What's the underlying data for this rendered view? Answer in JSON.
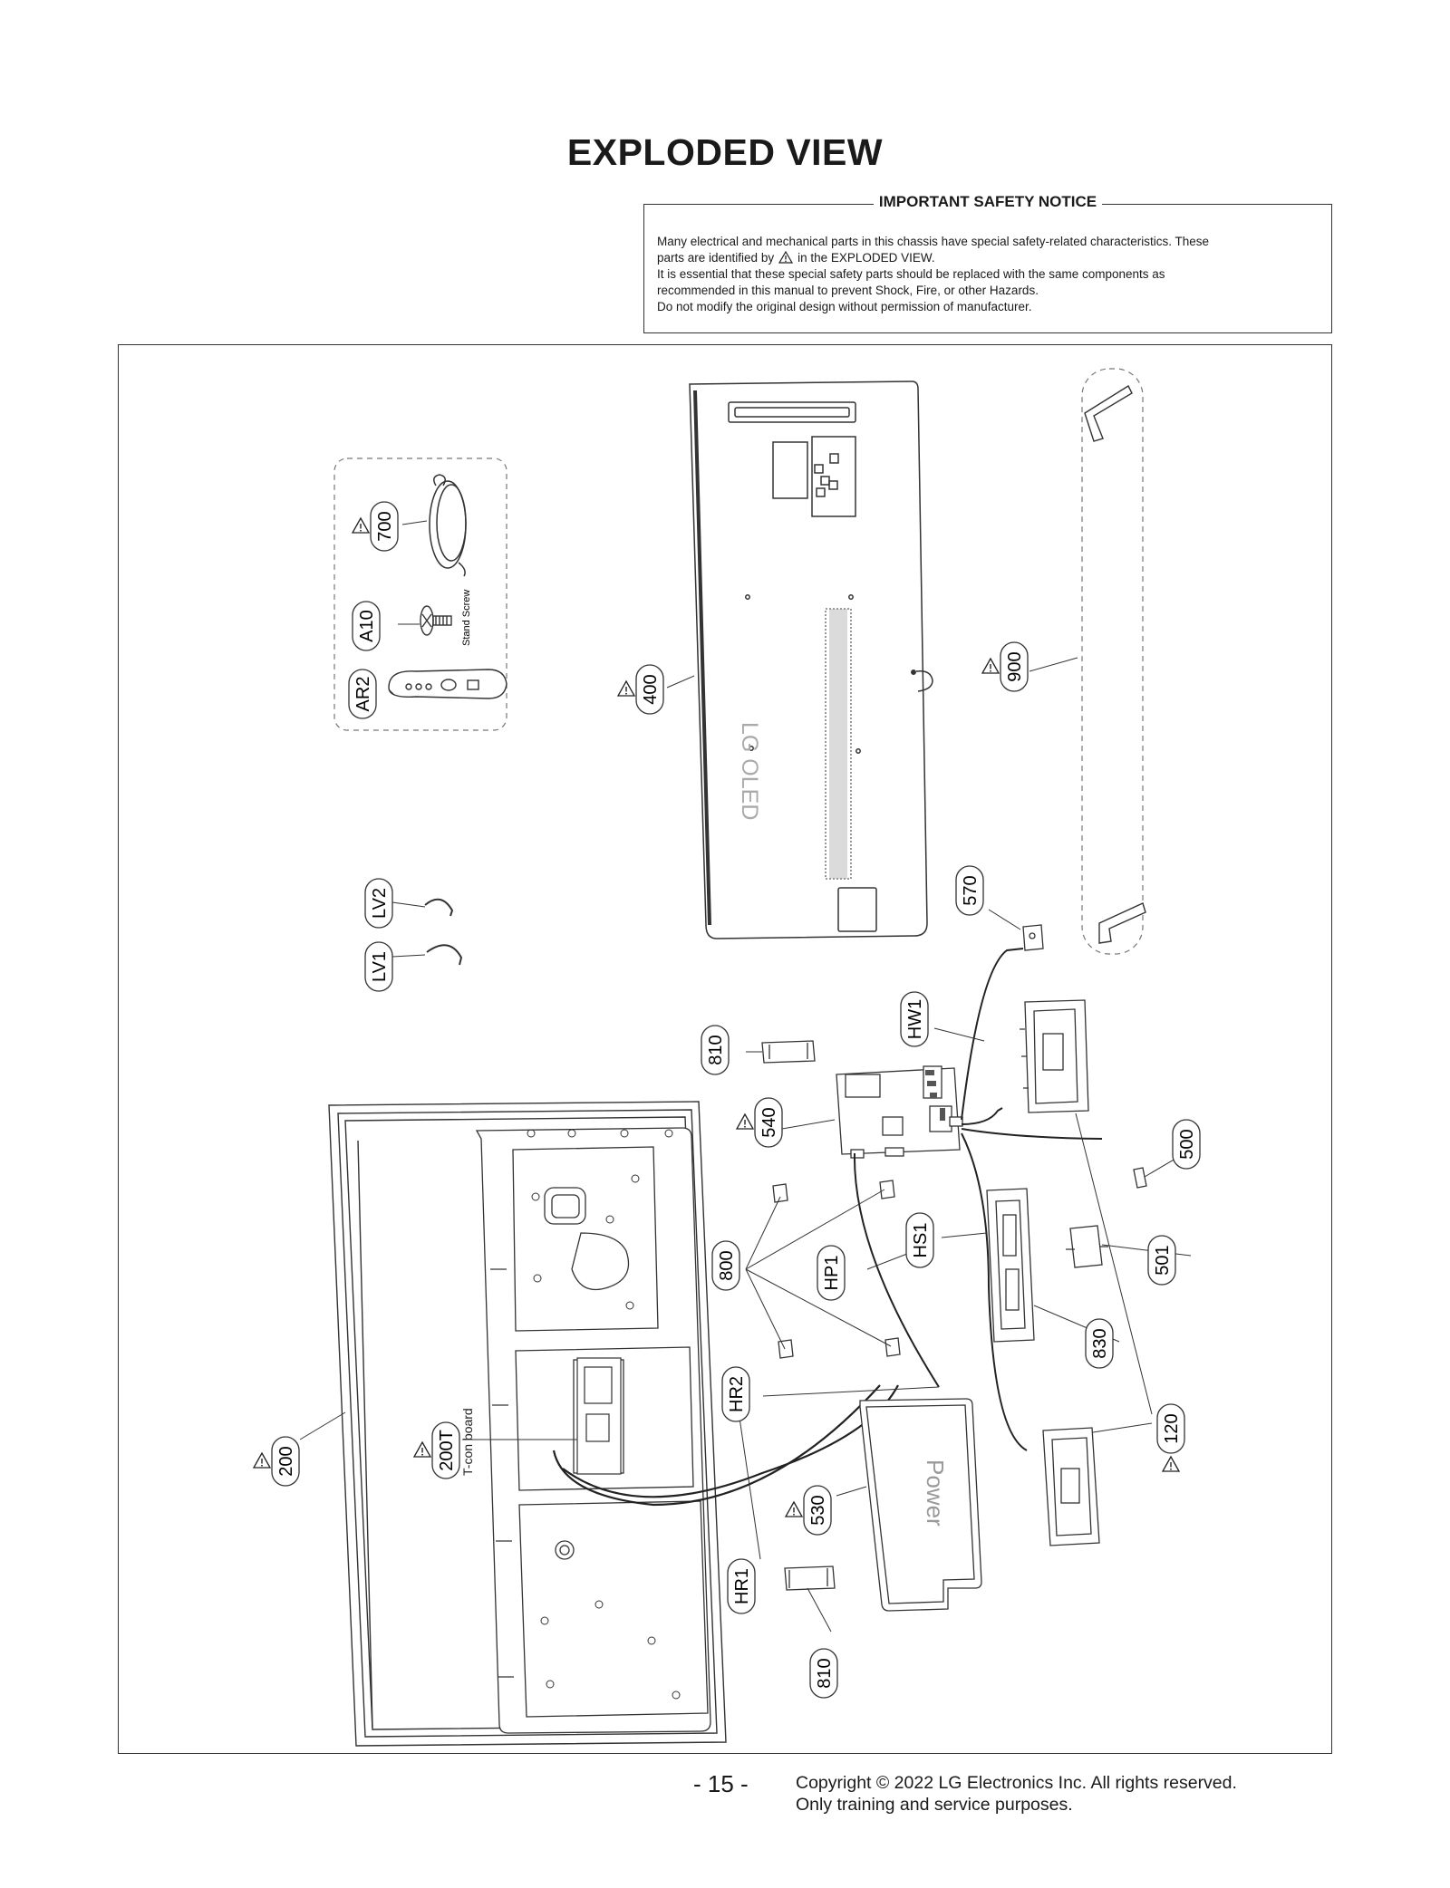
{
  "title": "EXPLODED VIEW",
  "notice": {
    "heading": "IMPORTANT SAFETY NOTICE",
    "line1": "Many electrical and mechanical parts in this chassis have special safety-related characteristics. These",
    "line2a": "parts are identified by",
    "line2b": "in the EXPLODED VIEW.",
    "line3": "It is essential that these special safety parts should be replaced with the same components as",
    "line4": "recommended in this manual to prevent Shock, Fire, or other Hazards.",
    "line5": "Do not modify the original design without permission of manufacturer."
  },
  "diagram": {
    "parts": {
      "p700": "700",
      "pA10": "A10",
      "pAR2": "AR2",
      "p400": "400",
      "p900": "900",
      "pLV2": "LV2",
      "pLV1": "LV1",
      "p570": "570",
      "pHW1": "HW1",
      "p810a": "810",
      "p540": "540",
      "p500": "500",
      "p501": "501",
      "pHS1": "HS1",
      "pHP1": "HP1",
      "p800": "800",
      "p830": "830",
      "pHR2": "HR2",
      "p120": "120",
      "p200": "200",
      "p200T": "200T",
      "p530": "530",
      "pHR1": "HR1",
      "p810b": "810"
    },
    "stand_screw": "Stand Screw",
    "tcon_board": "T-con board",
    "power": "Power",
    "lg_oled": "LG OLED"
  },
  "footer": {
    "page": "- 15 -",
    "copyright": "Copyright © 2022 LG Electronics Inc. All rights reserved.",
    "purpose": "Only training and service purposes."
  }
}
